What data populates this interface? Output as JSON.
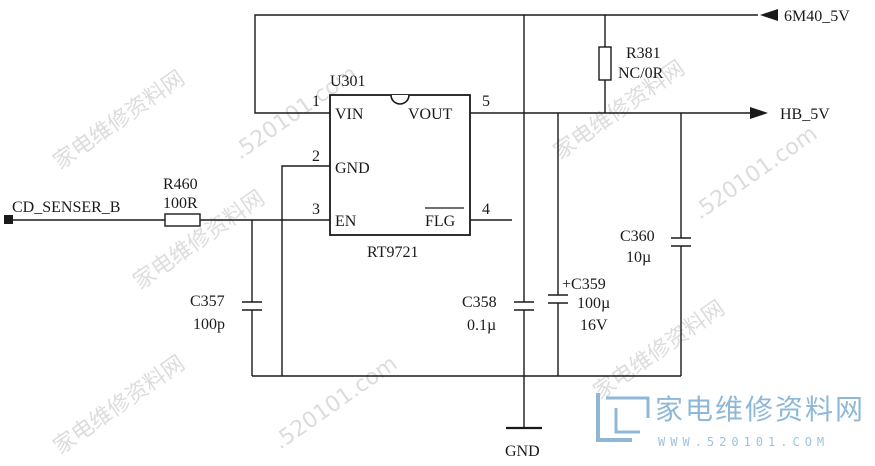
{
  "schematic": {
    "ic": {
      "ref": "U301",
      "part": "RT9721",
      "pins": [
        {
          "num": "1",
          "name": "VIN"
        },
        {
          "num": "2",
          "name": "GND"
        },
        {
          "num": "3",
          "name": "EN"
        },
        {
          "num": "4",
          "name": "FLG"
        },
        {
          "num": "5",
          "name": "VOUT"
        }
      ]
    },
    "nets": {
      "input": "6M40_5V",
      "output": "HB_5V",
      "control": "CD_SENSER_B",
      "ground": "GND"
    },
    "components": {
      "r381": {
        "ref": "R381",
        "value": "NC/0R"
      },
      "r460": {
        "ref": "R460",
        "value": "100R"
      },
      "c357": {
        "ref": "C357",
        "value": "100p"
      },
      "c358": {
        "ref": "C358",
        "value": "0.1µ"
      },
      "c359": {
        "ref": "+C359",
        "value": "100µ",
        "voltage": "16V"
      },
      "c360": {
        "ref": "C360",
        "value": "10µ"
      }
    }
  },
  "watermark": {
    "text_cn": "家电维修资料网",
    "text_url": "www.520101.com",
    "repeat_cn": "家电维修资料网",
    "repeat_url": ".520101.com",
    "color": "#d9d9d9"
  },
  "logo": {
    "text_cn": "家电维修资料网",
    "text_url": "WWW.520101.COM",
    "color": "#8fb8d8"
  }
}
